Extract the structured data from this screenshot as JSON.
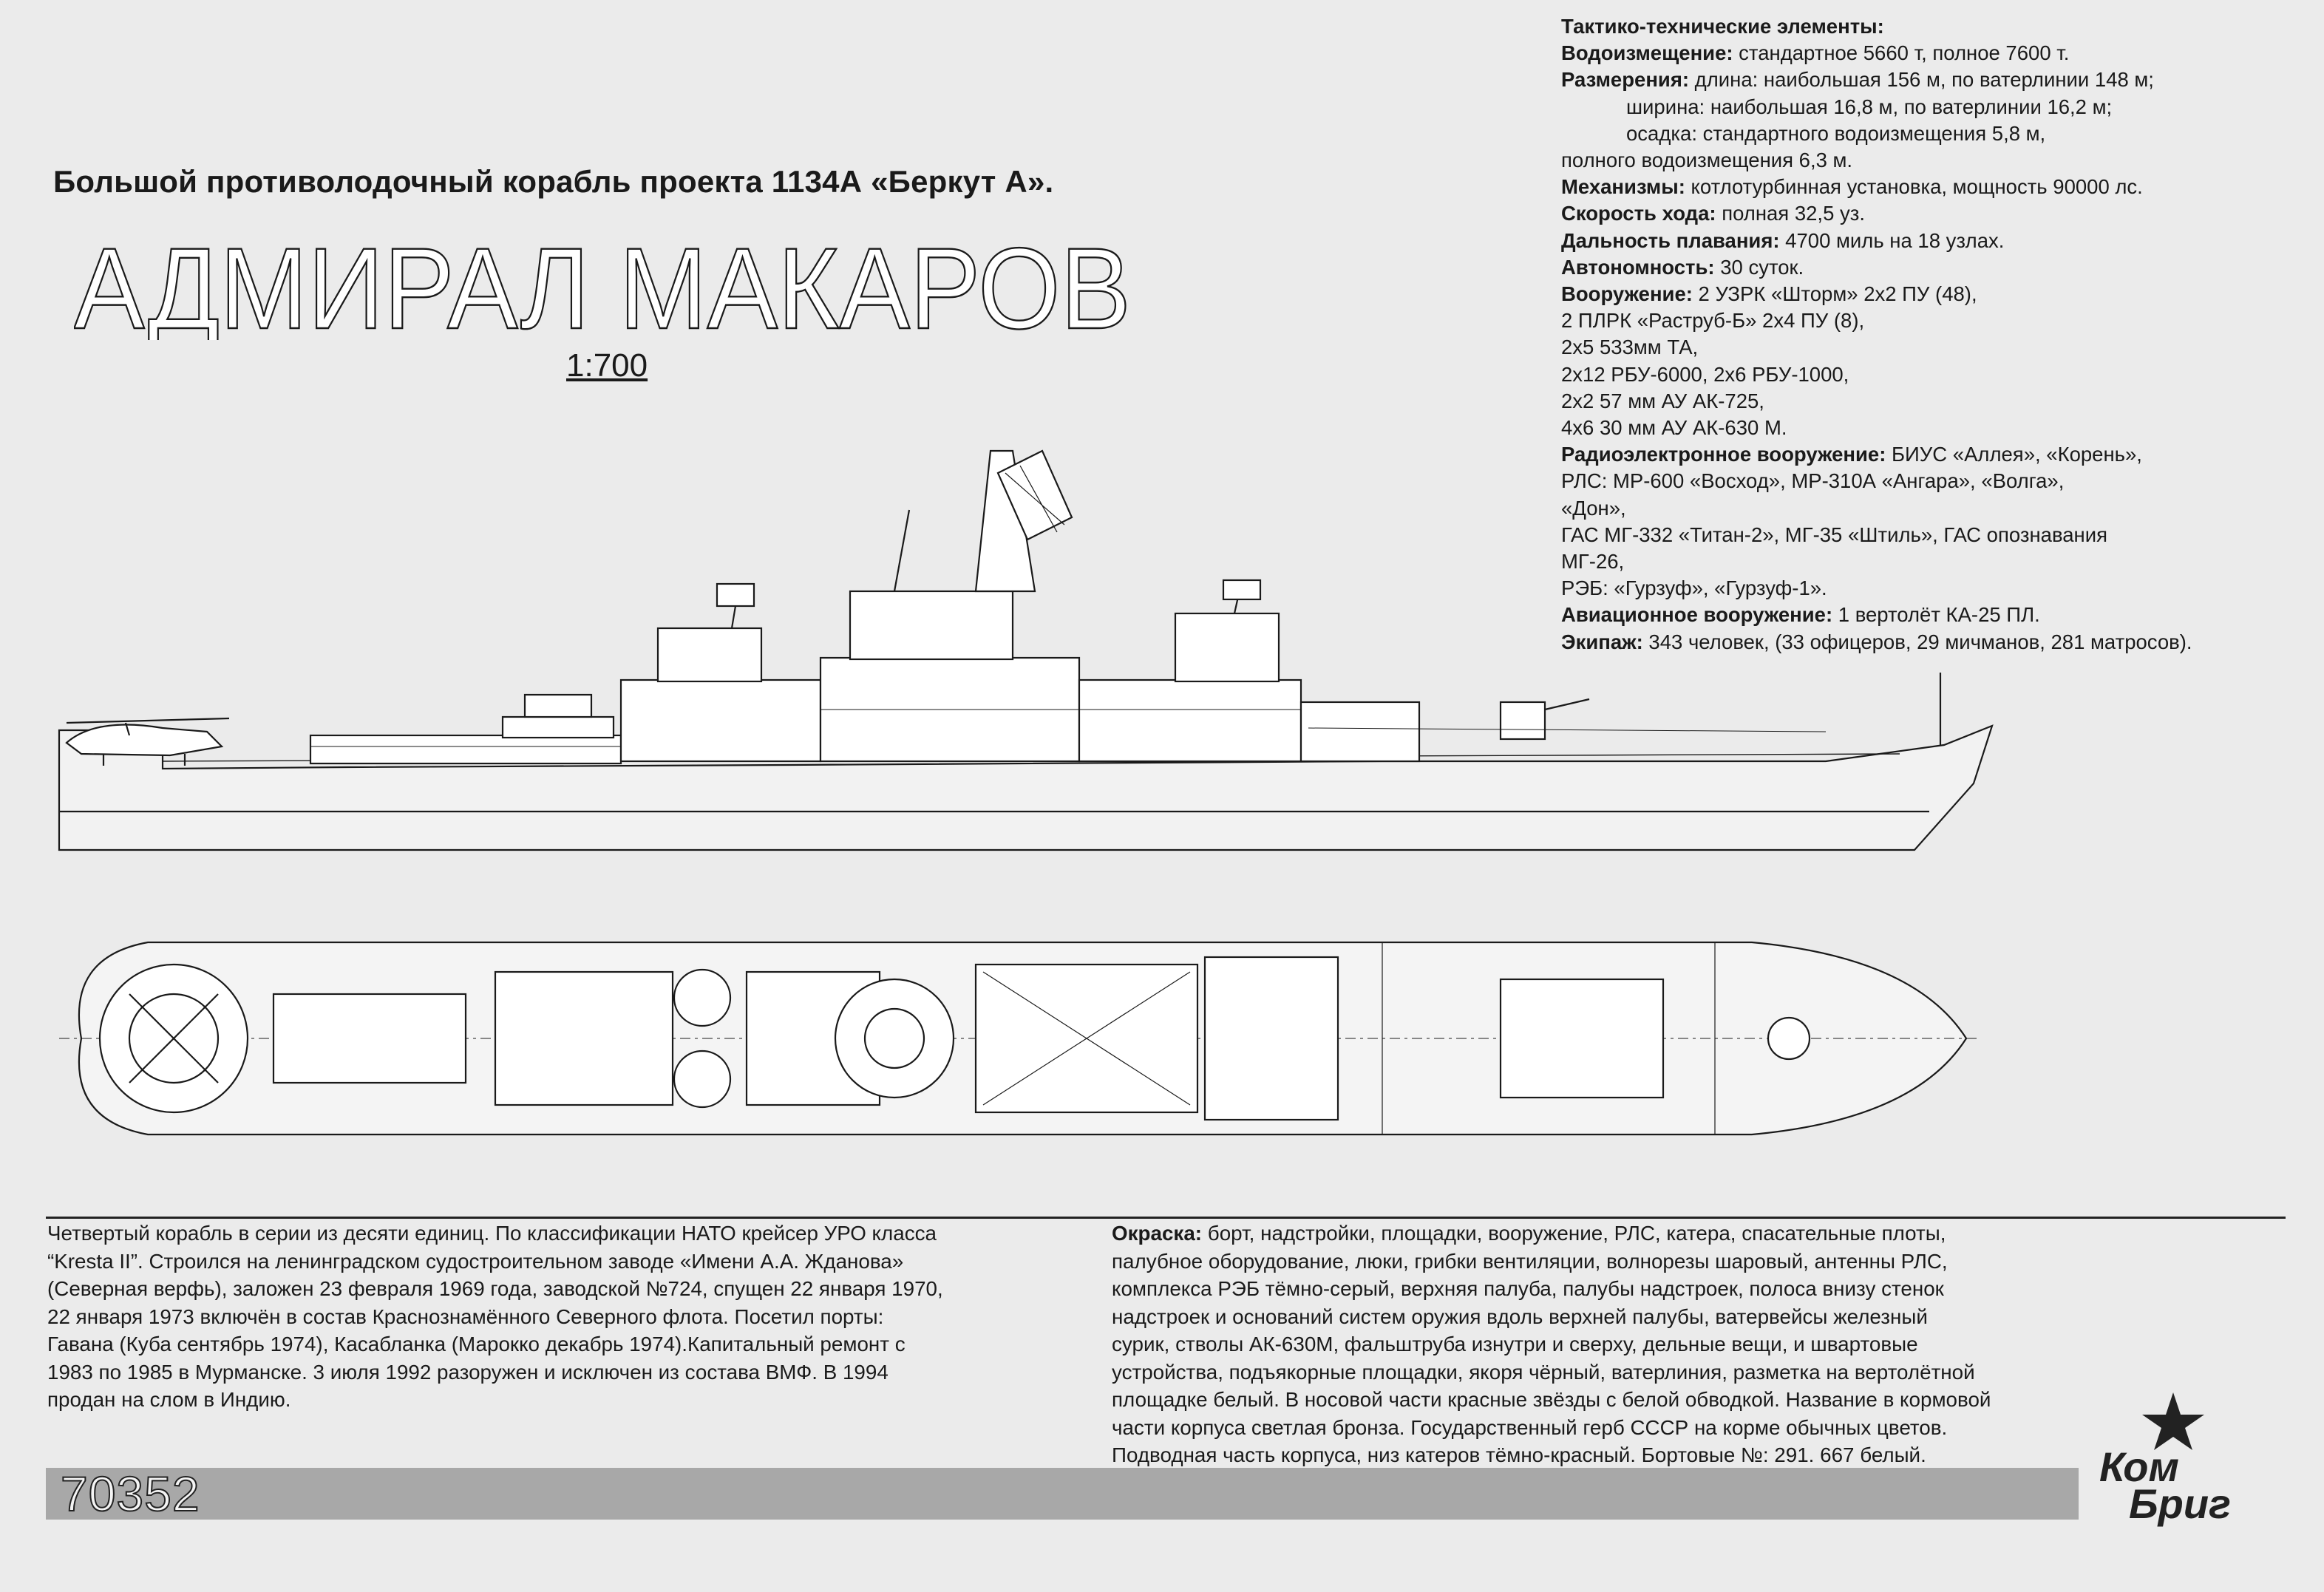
{
  "header": {
    "subtitle": "Большой противолодочный корабль проекта 1134А «Беркут А».",
    "ship_name": "АДМИРАЛ МАКАРОВ",
    "scale": "1:700"
  },
  "specs": {
    "heading": "Тактико-технические элементы:",
    "rows": [
      {
        "label": "Водоизмещение:",
        "text": " стандартное 5660 т, полное 7600 т.",
        "indent": false
      },
      {
        "label": "Размерения:",
        "text": " длина: наибольшая 156 м, по ватерлинии 148 м;",
        "indent": false
      },
      {
        "label": "",
        "text": "ширина: наибольшая 16,8 м, по ватерлинии 16,2 м;",
        "indent": true
      },
      {
        "label": "",
        "text": "осадка: стандартного водоизмещения 5,8 м,",
        "indent": true
      },
      {
        "label": "",
        "text": "полного водоизмещения 6,3 м.",
        "indent": false
      },
      {
        "label": "Механизмы:",
        "text": " котлотурбинная установка, мощность 90000 лс.",
        "indent": false
      },
      {
        "label": "Скорость хода:",
        "text": " полная 32,5 уз.",
        "indent": false
      },
      {
        "label": "Дальность плавания:",
        "text": " 4700 миль на 18 узлах.",
        "indent": false
      },
      {
        "label": "Автономность:",
        "text": " 30 суток.",
        "indent": false
      },
      {
        "label": "Вооружение:",
        "text": " 2 УЗРК «Шторм» 2х2 ПУ (48),",
        "indent": false
      },
      {
        "label": "",
        "text": "2 ПЛРК «Раструб-Б» 2х4 ПУ (8),",
        "indent": false
      },
      {
        "label": "",
        "text": "2х5 533мм ТА,",
        "indent": false
      },
      {
        "label": "",
        "text": "2х12 РБУ-6000, 2х6 РБУ-1000,",
        "indent": false
      },
      {
        "label": "",
        "text": "2х2 57 мм АУ АК-725,",
        "indent": false
      },
      {
        "label": "",
        "text": "4х6 30 мм АУ АК-630 М.",
        "indent": false
      },
      {
        "label": "Радиоэлектронное вооружение:",
        "text": " БИУС «Аллея», «Корень»,",
        "indent": false
      },
      {
        "label": "",
        "text": "РЛС: МР-600 «Восход», МР-310А «Ангара», «Волга»,",
        "indent": false
      },
      {
        "label": "",
        "text": "«Дон»,",
        "indent": false
      },
      {
        "label": "",
        "text": "ГАС МГ-332 «Титан-2», МГ-35 «Штиль», ГАС опознавания",
        "indent": false
      },
      {
        "label": "",
        "text": "МГ-26,",
        "indent": false
      },
      {
        "label": "",
        "text": "РЭБ: «Гурзуф», «Гурзуф-1».",
        "indent": false
      },
      {
        "label": "Авиационное вооружение:",
        "text": " 1 вертолёт КА-25 ПЛ.",
        "indent": false
      },
      {
        "label": "Экипаж:",
        "text": " 343 человек, (33 офицеров, 29 мичманов, 281 матросов).",
        "indent": false
      }
    ]
  },
  "history": {
    "lines": [
      "Четвертый корабль в серии из десяти единиц. По классификации НАТО крейсер УРО класса",
      "“Kresta II”. Строился на ленинградском судостроительном заводе «Имени А.А. Жданова»",
      "(Северная верфь), заложен 23 февраля 1969 года, заводской №724, спущен 22 января 1970,",
      "22 января 1973 включён в состав Краснознамённого Северного флота. Посетил порты:",
      "Гавана (Куба сентябрь 1974), Касабланка (Марокко декабрь 1974).Капитальный ремонт с",
      "1983 по 1985 в Мурманске. 3 июля 1992 разоружен и исключен из состава ВМФ. В 1994",
      "продан на слом в Индию."
    ]
  },
  "paint": {
    "label": "Окраска:",
    "first_line": " борт, надстройки, площадки, вооружение, РЛС, катера, спасательные плоты,",
    "lines": [
      "палубное оборудование, люки, грибки вентиляции, волнорезы шаровый, антенны РЛС,",
      "комплекса РЭБ  тёмно-серый, верхняя палуба, палубы надстроек, полоса внизу стенок",
      "надстроек и оснований систем оружия вдоль верхней палубы, ватервейсы  железный",
      "сурик, стволы АК-630М, фальштруба изнутри и сверху, дельные вещи, и швартовые",
      "устройства, подъякорные площадки, якоря  чёрный, ватерлиния, разметка на вертолётной",
      "площадке  белый. В носовой части красные звёзды с белой обводкой. Название в кормовой",
      "части корпуса светлая бронза. Государственный герб СССР на корме обычных цветов.",
      "Подводная часть корпуса, низ катеров  тёмно-красный. Бортовые №: 291. 667 белый."
    ]
  },
  "footer": {
    "code": "70352",
    "logo_line1": "Ком",
    "logo_line2": "Бриг"
  },
  "colors": {
    "paper": "#ebebeb",
    "ink": "#1a1a1a",
    "stripe": "#a8a8a8"
  }
}
